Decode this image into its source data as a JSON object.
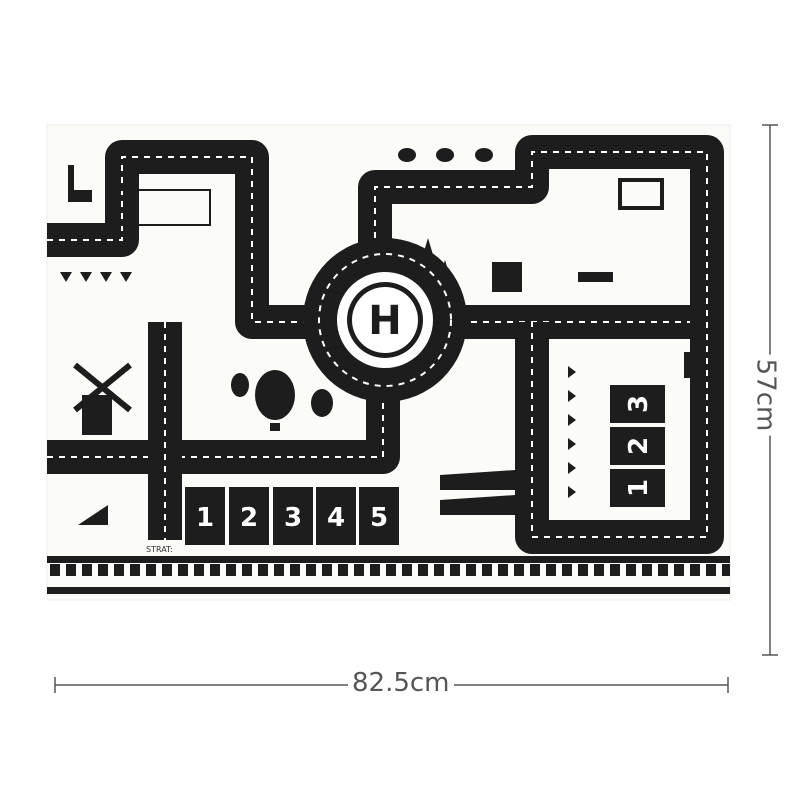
{
  "product": {
    "mat_color": "#fbfbf8",
    "road_color": "#1d1d1d",
    "helipad_letter": "H",
    "start_label": "STRAT:",
    "hopscotch_bottom": [
      "1",
      "2",
      "3",
      "4",
      "5"
    ],
    "hopscotch_right": [
      "3",
      "2",
      "1"
    ]
  },
  "dimensions": {
    "width_label": "82.5cm",
    "height_label": "57cm",
    "line_color": "#555555"
  }
}
